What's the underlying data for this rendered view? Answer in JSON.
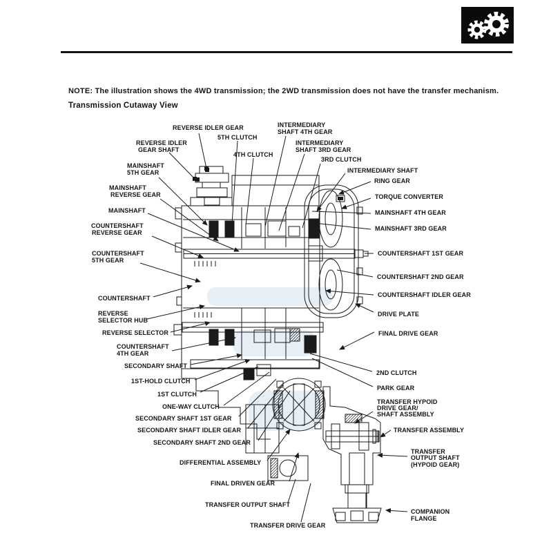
{
  "note": "NOTE: The illustration shows the 4WD transmission; the 2WD transmission does not have the transfer mechanism.",
  "title": "Transmission Cutaway View",
  "colors": {
    "ink": "#1a1a1a",
    "watermark": "#8fb8d8",
    "icon_bg": "#0b0b0b"
  },
  "icons": {
    "header_icon": "gears-icon"
  },
  "callouts": {
    "reverse_idler_gear": "REVERSE IDLER GEAR",
    "fifth_clutch": "5TH CLUTCH",
    "reverse_idler_gear_shaft": [
      "REVERSE IDLER",
      "GEAR SHAFT"
    ],
    "fourth_clutch": "4TH CLUTCH",
    "mainshaft_5th_gear": [
      "MAINSHAFT",
      "5TH GEAR"
    ],
    "mainshaft_reverse_gear": [
      "MAINSHAFT",
      "REVERSE GEAR"
    ],
    "mainshaft": "MAINSHAFT",
    "countershaft_reverse_gear": [
      "COUNTERSHAFT",
      "REVERSE GEAR"
    ],
    "countershaft_5th_gear": [
      "COUNTERSHAFT",
      "5TH GEAR"
    ],
    "countershaft": "COUNTERSHAFT",
    "reverse_selector_hub": [
      "REVERSE",
      "SELECTOR HUB"
    ],
    "reverse_selector": "REVERSE SELECTOR",
    "countershaft_4th_gear": [
      "COUNTERSHAFT",
      "4TH GEAR"
    ],
    "secondary_shaft": "SECONDARY SHAFT",
    "first_hold_clutch": "1ST-HOLD CLUTCH",
    "first_clutch": "1ST CLUTCH",
    "one_way_clutch": "ONE-WAY CLUTCH",
    "secondary_shaft_1st_gear": "SECONDARY SHAFT 1ST GEAR",
    "secondary_shaft_idler_gear": "SECONDARY SHAFT IDLER GEAR",
    "secondary_shaft_2nd_gear": "SECONDARY SHAFT 2ND GEAR",
    "differential_assembly": "DIFFERENTIAL ASSEMBLY",
    "final_driven_gear": "FINAL DRIVEN GEAR",
    "transfer_output_shaft": "TRANSFER OUTPUT SHAFT",
    "transfer_drive_gear": "TRANSFER DRIVE GEAR",
    "intermediary_shaft_4th_gear": [
      "INTERMEDIARY",
      "SHAFT 4TH GEAR"
    ],
    "intermediary_shaft_3rd_gear": [
      "INTERMEDIARY",
      "SHAFT 3RD GEAR"
    ],
    "third_clutch": "3RD CLUTCH",
    "intermediary_shaft": "INTERMEDIARY SHAFT",
    "ring_gear": "RING GEAR",
    "torque_converter": "TORQUE CONVERTER",
    "mainshaft_4th_gear": "MAINSHAFT 4TH GEAR",
    "mainshaft_3rd_gear": "MAINSHAFT 3RD GEAR",
    "countershaft_1st_gear": "COUNTERSHAFT 1ST GEAR",
    "countershaft_2nd_gear": "COUNTERSHAFT 2ND GEAR",
    "countershaft_idler_gear": "COUNTERSHAFT IDLER GEAR",
    "drive_plate": "DRIVE PLATE",
    "final_drive_gear": "FINAL DRIVE GEAR",
    "second_clutch": "2ND CLUTCH",
    "park_gear": "PARK GEAR",
    "transfer_hypoid_drive_gear_shaft_assembly": [
      "TRANSFER HYPOID",
      "DRIVE GEAR/",
      "SHAFT ASSEMBLY"
    ],
    "transfer_assembly": "TRANSFER ASSEMBLY",
    "transfer_output_shaft_hypoid_gear": [
      "TRANSFER",
      "OUTPUT SHAFT",
      "(HYPOID GEAR)"
    ],
    "companion_flange": [
      "COMPANION",
      "FLANGE"
    ]
  }
}
